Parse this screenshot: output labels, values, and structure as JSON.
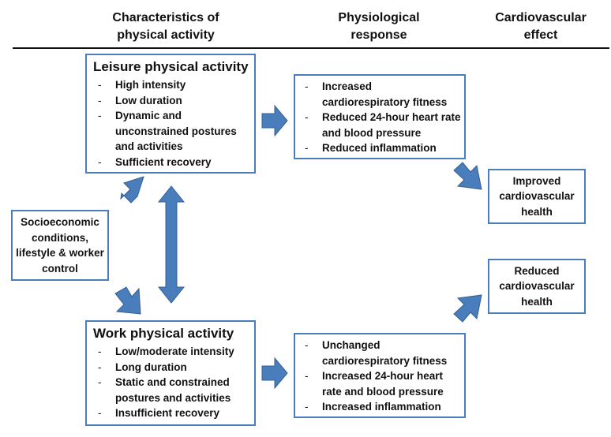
{
  "headers": {
    "col1": [
      "Characteristics of",
      "physical activity"
    ],
    "col2": [
      "Physiological",
      "response"
    ],
    "col3": [
      "Cardiovascular",
      "effect"
    ]
  },
  "leisure": {
    "title": "Leisure physical activity",
    "items": [
      "High intensity",
      "Low duration",
      "Dynamic and unconstrained postures and activities",
      "Sufficient recovery"
    ]
  },
  "work": {
    "title": "Work physical activity",
    "items": [
      "Low/moderate intensity",
      "Long duration",
      "Static and constrained postures and activities",
      "Insufficient recovery"
    ]
  },
  "leisure_response": {
    "items": [
      "Increased cardiorespiratory fitness",
      "Reduced 24-hour heart rate and blood pressure",
      "Reduced inflammation"
    ]
  },
  "work_response": {
    "items": [
      "Unchanged cardiorespiratory fitness",
      "Increased 24-hour heart rate and blood pressure",
      "Increased inflammation"
    ]
  },
  "socioeconomic": {
    "label": "Socioeconomic conditions, lifestyle & worker control"
  },
  "improved": {
    "label": "Improved cardiovascular health"
  },
  "reduced": {
    "label": "Reduced cardiovascular health"
  },
  "colors": {
    "box_border": "#4a7dbb",
    "arrow_fill": "#4a7dbb",
    "arrow_stroke": "#355f90"
  }
}
